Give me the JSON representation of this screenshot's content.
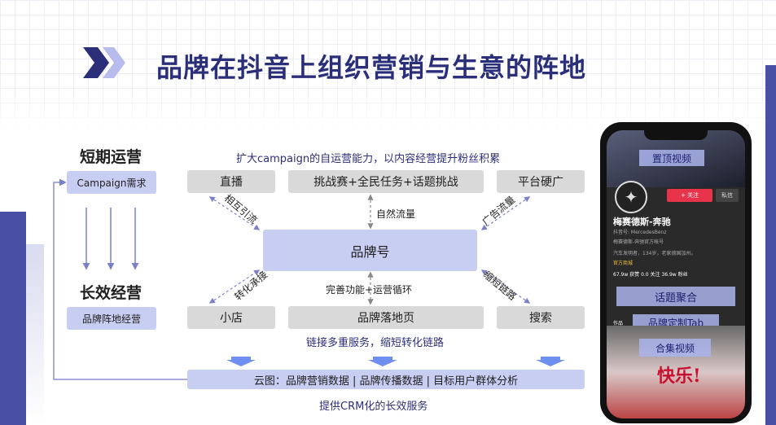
{
  "title": "品牌在抖音上组织营销与生意的阵地",
  "left": {
    "short_heading": "短期运营",
    "short_box": "Campaign需求",
    "long_heading": "长效经营",
    "long_box": "品牌阵地经营"
  },
  "top_note": "扩大campaign的自运营能力，以内容经营提升粉丝积累",
  "boxes": {
    "live": "直播",
    "challenge": "挑战赛+全民任务+话题挑战",
    "platform_ad": "平台硬广",
    "brand_account": "品牌号",
    "shop": "小店",
    "landing": "品牌落地页",
    "search": "搜索",
    "cloud": "云图：品牌营销数据 | 品牌传播数据 | 目标用户群体分析"
  },
  "labels": {
    "natural_flow": "自然流量",
    "mutual_traffic": "相互引流",
    "ad_flow": "广告流量",
    "conversion": "转化承接",
    "shorten": "缩短链路",
    "functions": "完善功能+运营循环"
  },
  "bottom_note1": "链接多重服务，缩短转化链路",
  "bottom_note2": "提供CRM化的长效服务",
  "phone": {
    "top_tag": "置顶视频",
    "follow": "+ 关注",
    "message": "私信",
    "brand_name": "梅赛德斯-奔驰",
    "account_id": "抖音号: MercedesBenz",
    "verified": "梅赛德斯-奔驰官方帐号",
    "desc": "汽车发明者，134岁，老家德国加州。",
    "shop_link": "官方商城",
    "stats": "67.9w 获赞   0.0 关注   36.9w 粉丝",
    "topic_tag": "话题聚合",
    "custom_tab": "品牌定制Tab",
    "collection_tag": "合集视频",
    "calligraphy": "快乐!",
    "works_tab": "作品"
  }
}
